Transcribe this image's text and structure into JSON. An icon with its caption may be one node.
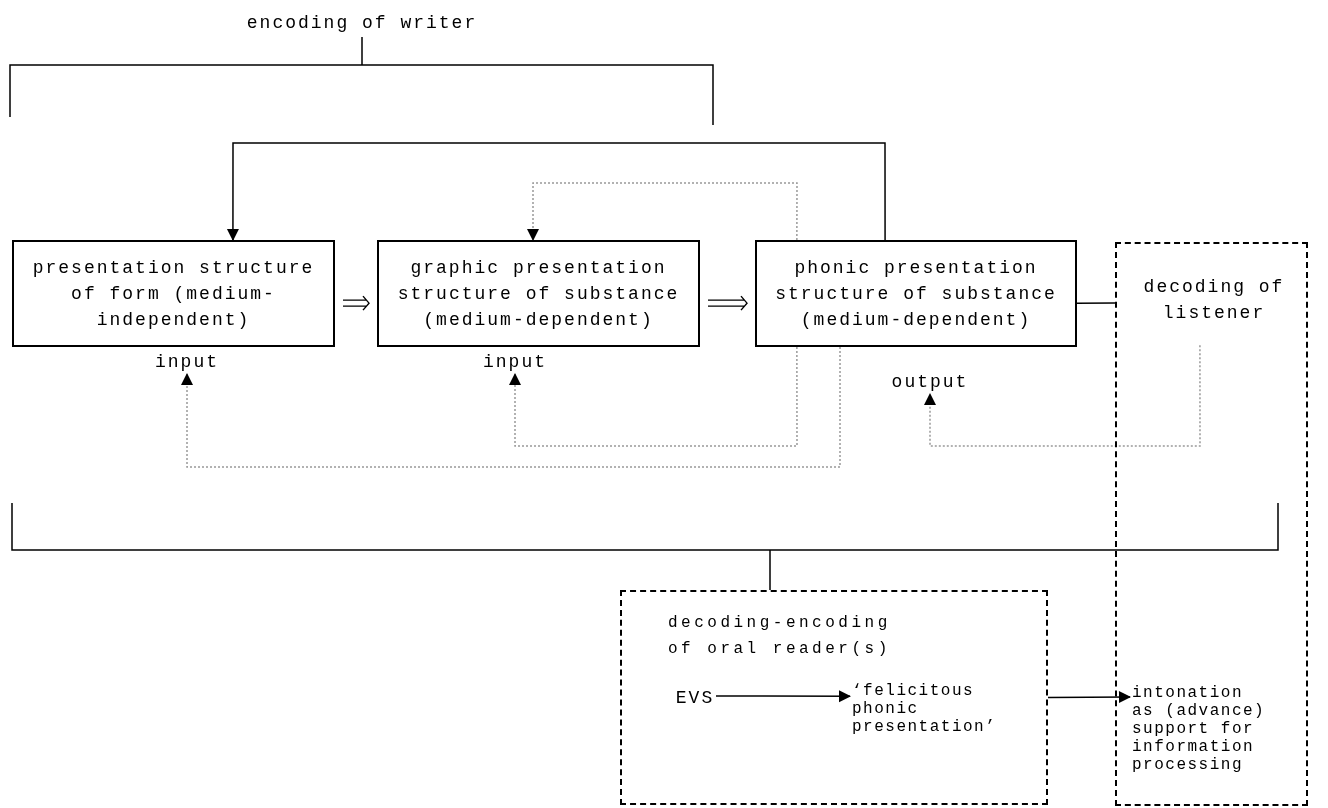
{
  "diagram": {
    "nodes": [
      {
        "text": [
          "encoding of writer"
        ]
      },
      {
        "text": [
          "presentation structure of form (medium-independent)"
        ]
      },
      {
        "text": [
          "graphic presentation structure of substance (medium-dependent)"
        ]
      },
      {
        "text": [
          "phonic presentation structure of substance (medium-dependent)"
        ]
      },
      {
        "text": [
          "decoding of listener"
        ]
      },
      {
        "text": [
          "input"
        ]
      },
      {
        "text": [
          "input"
        ]
      },
      {
        "text": [
          "output"
        ]
      },
      {
        "text": [
          "decoding-encoding of oral reader(s)"
        ]
      },
      {
        "text": [
          "EVS"
        ],
        "in": 8
      },
      {
        "text": [
          "‘felicitous phonic presentation’"
        ],
        "in": 8
      },
      {
        "text": [
          "intonation as (advance) support for information processing"
        ],
        "in": 4
      }
    ],
    "edges": [
      {
        "from": 3,
        "to": 1,
        "arrow": "to"
      },
      {
        "from": 1,
        "to": 2,
        "arrow": "to"
      },
      {
        "from": 2,
        "to": 3,
        "arrow": "to"
      },
      {
        "from": 3,
        "to": 2,
        "arrow": "to",
        "style": "dashed",
        "color": "#999999"
      },
      {
        "from": 3,
        "to": 4,
        "arrow": "none"
      },
      {
        "from": 3,
        "to": 5,
        "arrow": "to",
        "style": "dashed",
        "color": "#999999"
      },
      {
        "from": 3,
        "to": 6,
        "arrow": "to",
        "style": "dashed",
        "color": "#999999"
      },
      {
        "from": 4,
        "to": 7,
        "arrow": "to",
        "style": "dashed",
        "color": "#999999"
      },
      {
        "from": 9,
        "to": 10,
        "arrow": "to"
      },
      {
        "from": 8,
        "to": 11,
        "arrow": "to"
      }
    ]
  }
}
